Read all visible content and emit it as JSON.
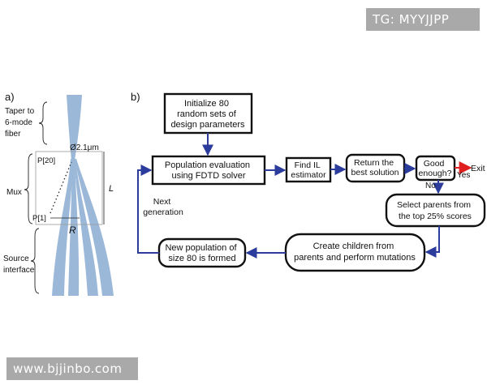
{
  "watermarks": {
    "top": "TG: MYYJJPP",
    "bottom": "www.bjjinbo.com"
  },
  "panel_a": {
    "tag": "a)",
    "taper_label": [
      "Taper to",
      "6-mode",
      "fiber"
    ],
    "mux_label": "Mux",
    "source_label": [
      "Source",
      "interface"
    ],
    "diameter_label": "Ø2.1μm",
    "p_top": "P[20]",
    "p_bottom": "P[1]",
    "r_label": "R",
    "l_label": "L"
  },
  "panel_b": {
    "tag": "b)",
    "init": [
      "Initialize 80",
      "random sets of",
      "design parameters"
    ],
    "eval": [
      "Population evaluation",
      "using FDTD solver"
    ],
    "find": [
      "Find IL",
      "estimator"
    ],
    "ret": [
      "Return the",
      "best solution"
    ],
    "good": [
      "Good",
      "enough?"
    ],
    "yes": "Yes",
    "no": "No",
    "exit": "Exit",
    "select": [
      "Select parents from",
      "the top 25% scores"
    ],
    "children": [
      "Create children from",
      "parents and perform mutations"
    ],
    "newpop": [
      "New population of",
      "size 80 is formed"
    ],
    "next": [
      "Next",
      "generation"
    ]
  },
  "colors": {
    "flow": "#2b3c9c",
    "exit_arrow": "#e02020",
    "waveguide": "#9cb8d9",
    "watermark_bg": "#a9a9a9"
  }
}
